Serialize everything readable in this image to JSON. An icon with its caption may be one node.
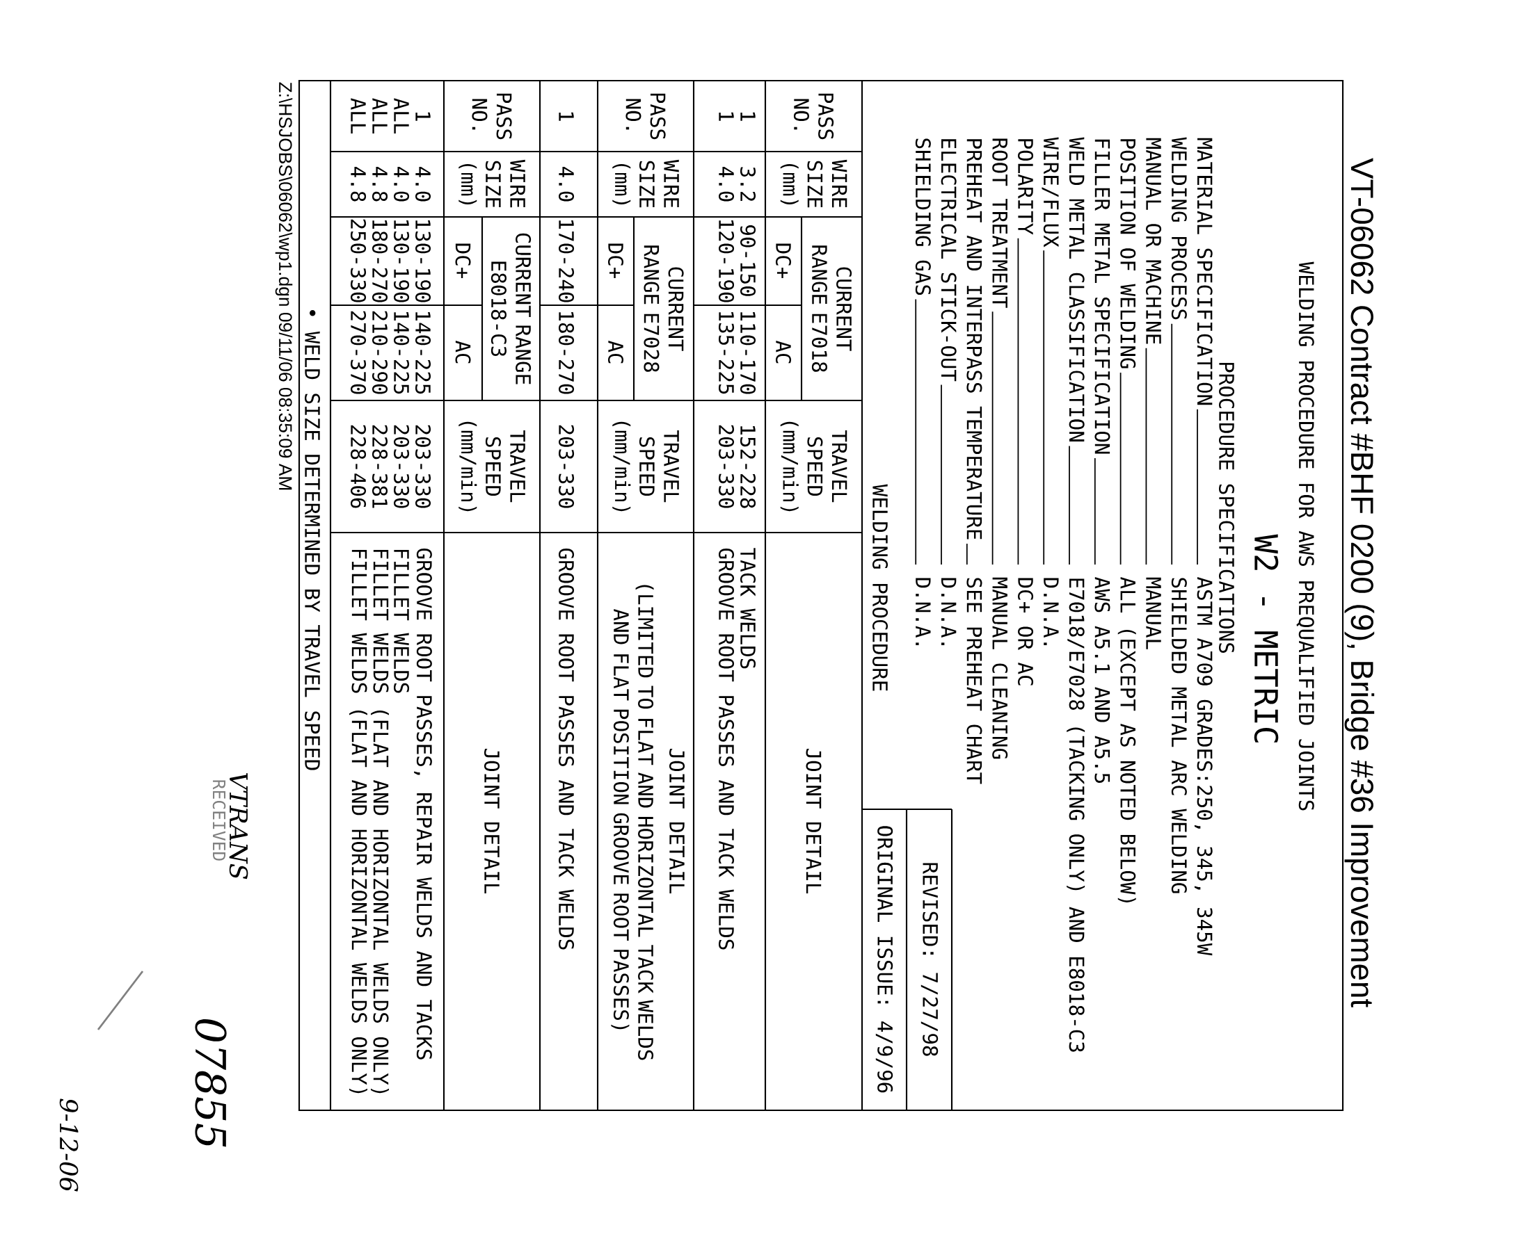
{
  "diagram": {
    "title": "VT-06062 Contract #BHF 0200 (9), Bridge #36 Improvement",
    "labels": [
      "WELDING PROCEDURE FOR AWS PREQUALIFIED JOINTS",
      "W2 - METRIC",
      "PROCEDURE SPECIFICATIONS",
      "MATERIAL SPECIFICATION",
      "ASTM A709 GRADES:250, 345, 345W",
      "WELDING PROCESS",
      "SHIELDED METAL ARC WELDING",
      "MANUAL OR MACHINE",
      "MANUAL",
      "POSITION OF WELDING",
      "ALL (EXCEPT AS NOTED BELOW)",
      "FILLER METAL SPECIFICATION",
      "AWS A5.1 AND A5.5",
      "WELD METAL CLASSIFICATION",
      "E7018/E7028 (TACKING ONLY) AND E8018-C3",
      "WIRE/FLUX",
      "D.N.A.",
      "POLARITY",
      "DC+ OR AC",
      "ROOT TREATMENT",
      "MANUAL CLEANING",
      "PREHEAT AND INTERPASS TEMPERATURE",
      "SEE PREHEAT CHART",
      "ELECTRICAL STICK-OUT",
      "D.N.A.",
      "SHIELDING GAS",
      "D.N.A.",
      "REVISED: 7/27/98",
      "WELDING PROCEDURE",
      "ORIGINAL ISSUE: 4/9/96",
      "PASS NO.",
      "WIRE SIZE (mm)",
      "CURRENT RANGE E7018",
      "TRAVEL SPEED (mm/min)",
      "JOINT DETAIL",
      "DC+",
      "AC",
      "1",
      "3.2",
      "90-150",
      "110-170",
      "152-228",
      "TACK WELDS",
      "1",
      "4.0",
      "120-190",
      "135-225",
      "203-330",
      "GROOVE ROOT PASSES AND TACK WELDS",
      "PASS NO.",
      "WIRE SIZE (mm)",
      "CURRENT RANGE E7028",
      "TRAVEL SPEED (mm/min)",
      "JOINT DETAIL",
      "(LIMITED TO FLAT AND HORIZONTAL TACK WELDS AND FLAT POSITION GROOVE ROOT PASSES)",
      "DC+",
      "AC",
      "1",
      "4.0",
      "170-240",
      "180-270",
      "203-330",
      "GROOVE ROOT PASSES AND TACK WELDS",
      "PASS NO.",
      "WIRE SIZE (mm)",
      "CURRENT RANGE E8018-C3",
      "TRAVEL SPEED (mm/min)",
      "JOINT DETAIL",
      "DC+",
      "AC",
      "1",
      "4.0",
      "130-190",
      "140-225",
      "203-330",
      "GROOVE ROOT PASSES, REPAIR WELDS AND TACKS",
      "ALL",
      "4.0",
      "130-190",
      "140-225",
      "203-330",
      "FILLET WELDS",
      "ALL",
      "4.8",
      "180-270",
      "210-290",
      "228-381",
      "FILLET WELDS (FLAT AND HORIZONTAL WELDS ONLY)",
      "ALL",
      "4.8",
      "250-330",
      "270-370",
      "228-406",
      "FILLET WELDS (FLAT AND HORIZONTAL WELDS ONLY)",
      "• WELD SIZE DETERMINED BY TRAVEL SPEED",
      "Z:\\HSJOBS\\06062\\wp1.dgn 09/11/06 08:35:09 AM",
      "VTRANS",
      "RECEIVED",
      "9-12-06",
      "07855"
    ]
  }
}
